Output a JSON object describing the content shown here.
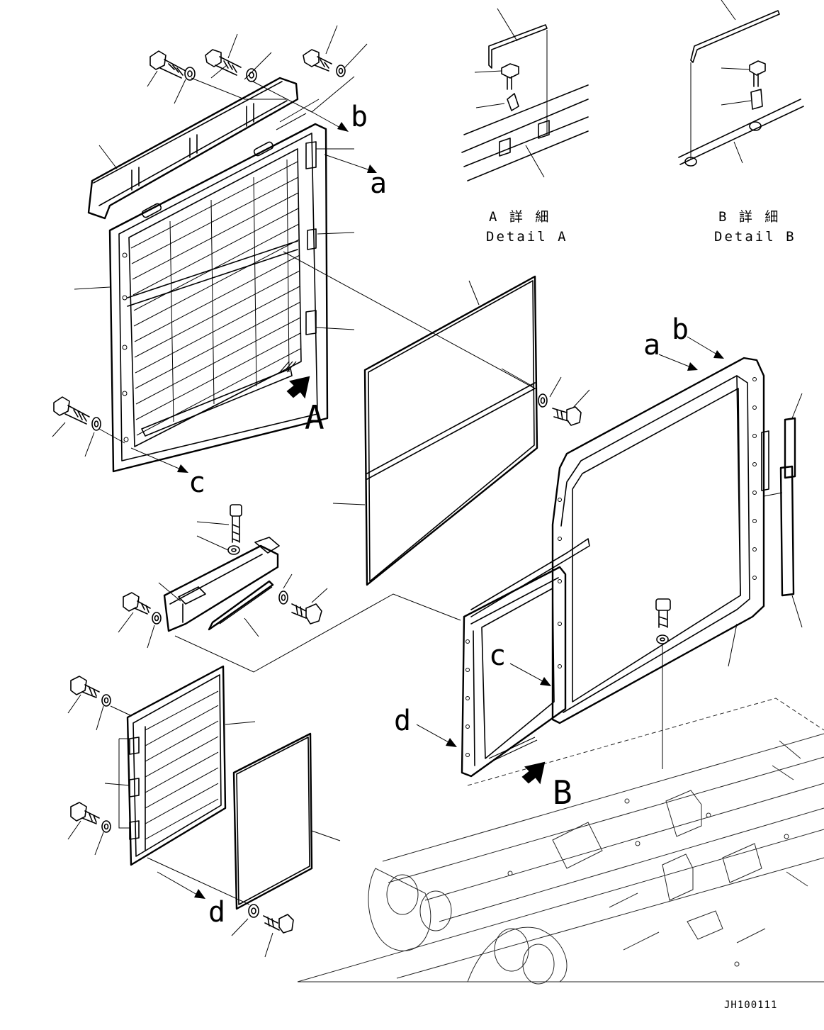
{
  "callouts": {
    "a_top": "a",
    "b_top": "b",
    "c_left": "c",
    "A_arrow": "A",
    "a_frame": "a",
    "b_frame": "b",
    "c_frame": "c",
    "d_frame": "d",
    "B_arrow": "B",
    "d_bottom": "d"
  },
  "detail_A": {
    "line1": "A 詳 細",
    "line2": "Detail A"
  },
  "detail_B": {
    "line1": "B 詳 細",
    "line2": "Detail B"
  },
  "drawing_code": "JH100111"
}
